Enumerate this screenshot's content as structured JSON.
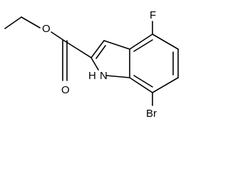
{
  "molecule": {
    "atoms": {
      "oxygen_ester": "O",
      "oxygen_carbonyl": "O",
      "nitrogen": "N",
      "hydrogen": "H",
      "fluorine": "F",
      "bromine": "Br"
    }
  },
  "colors": {
    "bond": "#000000",
    "label": "#000000",
    "background": "#ffffff"
  }
}
